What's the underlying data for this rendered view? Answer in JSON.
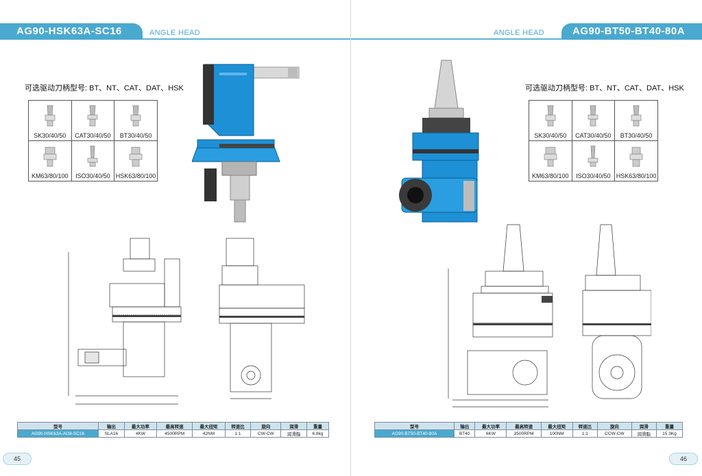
{
  "left_page": {
    "title": "AG90-HSK63A-SC16",
    "subtitle": "ANGLE HEAD",
    "shank_label": "可选驱动刀柄型号: BT、NT、CAT、DAT、HSK",
    "shanks": [
      "SK30/40/50",
      "CAT30/40/50",
      "BT30/40/50",
      "KM63/80/100",
      "ISO30/40/50",
      "HSK63/80/100"
    ],
    "spec_headers": [
      "型号",
      "输出",
      "最大功率",
      "最高转速",
      "最大扭矩",
      "转速比",
      "旋向",
      "润滑",
      "重量"
    ],
    "spec_row": [
      "AG90-HSK63A-AG8-SC16",
      "SLA16",
      "4KW",
      "4500RPM",
      "42NM",
      "1:1",
      "CW-CW",
      "润滑脂",
      "6.8kg"
    ],
    "page_number": "45"
  },
  "right_page": {
    "title": "AG90-BT50-BT40-80A",
    "subtitle": "ANGLE HEAD",
    "shank_label": "可选驱动刀柄型号: BT、NT、CAT、DAT、HSK",
    "shanks": [
      "SK30/40/50",
      "CAT30/40/50",
      "BT30/40/50",
      "KM63/80/100",
      "ISO30/40/50",
      "HSK63/80/100"
    ],
    "spec_headers": [
      "型号",
      "输出",
      "最大功率",
      "最高转速",
      "最大扭矩",
      "转速比",
      "旋向",
      "润滑",
      "重量"
    ],
    "spec_row": [
      "AG90-BT50-BT40-80A",
      "BT40",
      "6KW",
      "3500RPM",
      "100NM",
      "1:1",
      "CCW-CW",
      "润滑脂",
      "15.3Kg"
    ],
    "page_number": "46"
  },
  "colors": {
    "accent": "#4aa9cf",
    "body_blue": "#1e90d6",
    "table_header": "#cfe3ee"
  }
}
